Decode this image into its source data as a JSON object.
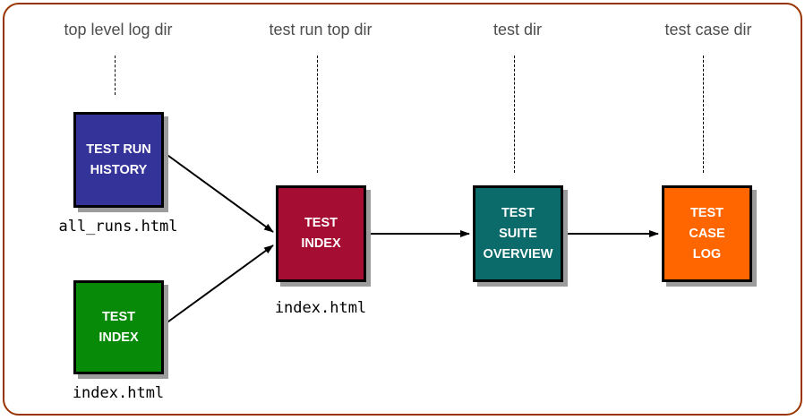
{
  "diagram": {
    "title_columns": [
      {
        "label": "top level log dir"
      },
      {
        "label": "test run top dir"
      },
      {
        "label": "test dir"
      },
      {
        "label": "test case dir"
      }
    ],
    "nodes": [
      {
        "id": "test-run-history",
        "label": "TEST RUN\nHISTORY",
        "color": "#333399",
        "file_label": "all_runs.html"
      },
      {
        "id": "test-index-top",
        "label": "TEST\nINDEX",
        "color": "#078A07",
        "file_label": "index.html"
      },
      {
        "id": "test-index-run",
        "label": "TEST\nINDEX",
        "color": "#A60D33",
        "file_label": "index.html"
      },
      {
        "id": "test-suite-overview",
        "label": "TEST\nSUITE\nOVERVIEW",
        "color": "#0B6B6B",
        "file_label": ""
      },
      {
        "id": "test-case-log",
        "label": "TEST\nCASE\nLOG",
        "color": "#FF6600",
        "file_label": ""
      }
    ],
    "edges": [
      {
        "from": "test-run-history",
        "to": "test-index-run"
      },
      {
        "from": "test-index-top",
        "to": "test-index-run"
      },
      {
        "from": "test-index-run",
        "to": "test-suite-overview"
      },
      {
        "from": "test-suite-overview",
        "to": "test-case-log"
      }
    ],
    "colors": {
      "border": "#993300",
      "header_text": "#4d4d4d",
      "node_text": "#ffffff",
      "arrow": "#000000",
      "shadow": "#9c9c9c"
    }
  }
}
